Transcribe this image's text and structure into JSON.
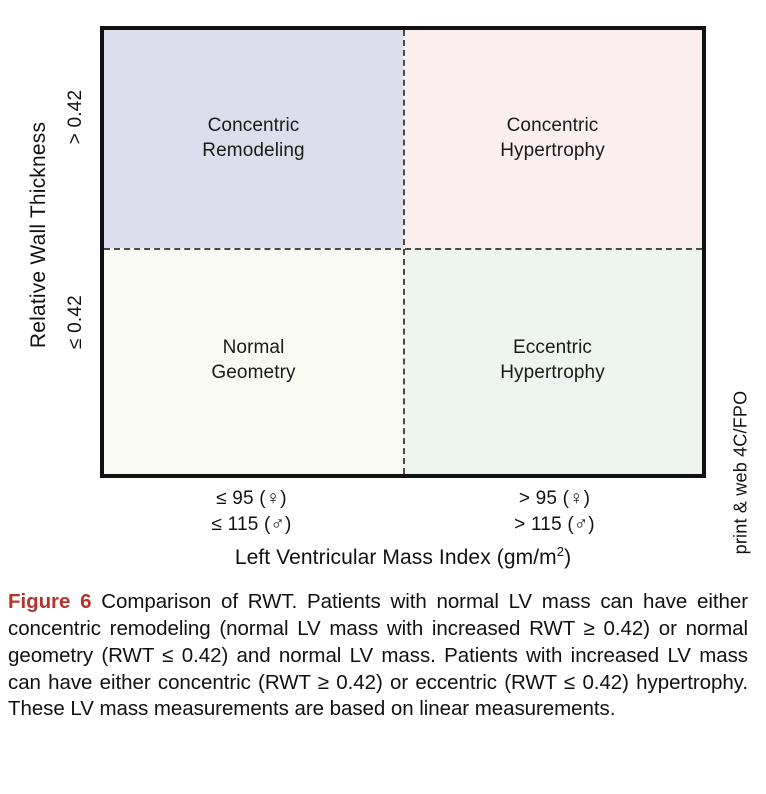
{
  "figure": {
    "plot": {
      "quadrants": [
        {
          "id": "concentric-remodeling",
          "label": "Concentric\nRemodeling",
          "fill": "#dddeec",
          "position": "top-left"
        },
        {
          "id": "concentric-hypertrophy",
          "label": "Concentric\nHypertrophy",
          "fill": "#fbeeee",
          "position": "top-right"
        },
        {
          "id": "normal-geometry",
          "label": "Normal\nGeometry",
          "fill": "#f8faf2",
          "position": "bottom-left"
        },
        {
          "id": "eccentric-hypertrophy",
          "label": "Eccentric\nHypertrophy",
          "fill": "#eef4ee",
          "position": "bottom-right"
        }
      ]
    },
    "y_axis": {
      "title": "Relative Wall Thickness",
      "ticks": [
        {
          "label": "> 0.42",
          "position": "upper"
        },
        {
          "label": "≤ 0.42",
          "position": "lower"
        }
      ]
    },
    "x_axis": {
      "title_text": "Left Ventricular Mass Index (gm/m",
      "title_superscript": "2",
      "title_suffix": ")",
      "title_full": "Left Ventricular Mass Index (gm/m2)",
      "ticks": [
        {
          "label": "≤ 95 (♀)\n≤ 115 (♂)",
          "position": "left"
        },
        {
          "label": "> 95 (♀)\n> 115 (♂)",
          "position": "right"
        }
      ]
    },
    "margin_note": "print & web 4C/FPO"
  },
  "caption": {
    "label": "Figure 6",
    "text": "Comparison of RWT. Patients with normal LV mass can have either concentric remodeling (normal LV mass with increased RWT ≥ 0.42) or normal geometry (RWT ≤ 0.42) and normal LV mass. Patients with increased LV mass can have either concentric (RWT ≥ 0.42) or eccentric (RWT ≤ 0.42) hypertrophy. These LV mass measurements are based on linear measurements."
  },
  "chart_data": {
    "type": "table",
    "title": "Comparison of RWT — LV geometry classification",
    "xlabel": "Left Ventricular Mass Index (gm/m2)",
    "ylabel": "Relative Wall Thickness",
    "grid": false,
    "legend": "none",
    "x_categories": [
      "≤ 95 (♀) / ≤ 115 (♂)",
      "> 95 (♀) / > 115 (♂)"
    ],
    "y_categories": [
      "> 0.42",
      "≤ 0.42"
    ],
    "cells": [
      {
        "x": "≤ 95 (♀) / ≤ 115 (♂)",
        "y": "> 0.42",
        "value": "Concentric Remodeling",
        "fill": "#dddeec"
      },
      {
        "x": "> 95 (♀) / > 115 (♂)",
        "y": "> 0.42",
        "value": "Concentric Hypertrophy",
        "fill": "#fbeeee"
      },
      {
        "x": "≤ 95 (♀) / ≤ 115 (♂)",
        "y": "≤ 0.42",
        "value": "Normal Geometry",
        "fill": "#f8faf2"
      },
      {
        "x": "> 95 (♀) / > 115 (♂)",
        "y": "≤ 0.42",
        "value": "Eccentric Hypertrophy",
        "fill": "#eef4ee"
      }
    ],
    "thresholds": {
      "rwt": 0.42,
      "lvmi_female": 95,
      "lvmi_male": 115
    }
  },
  "colors": {
    "caption_label": "#b5342f",
    "frame": "#111111",
    "divider": "#4a4a4a"
  }
}
